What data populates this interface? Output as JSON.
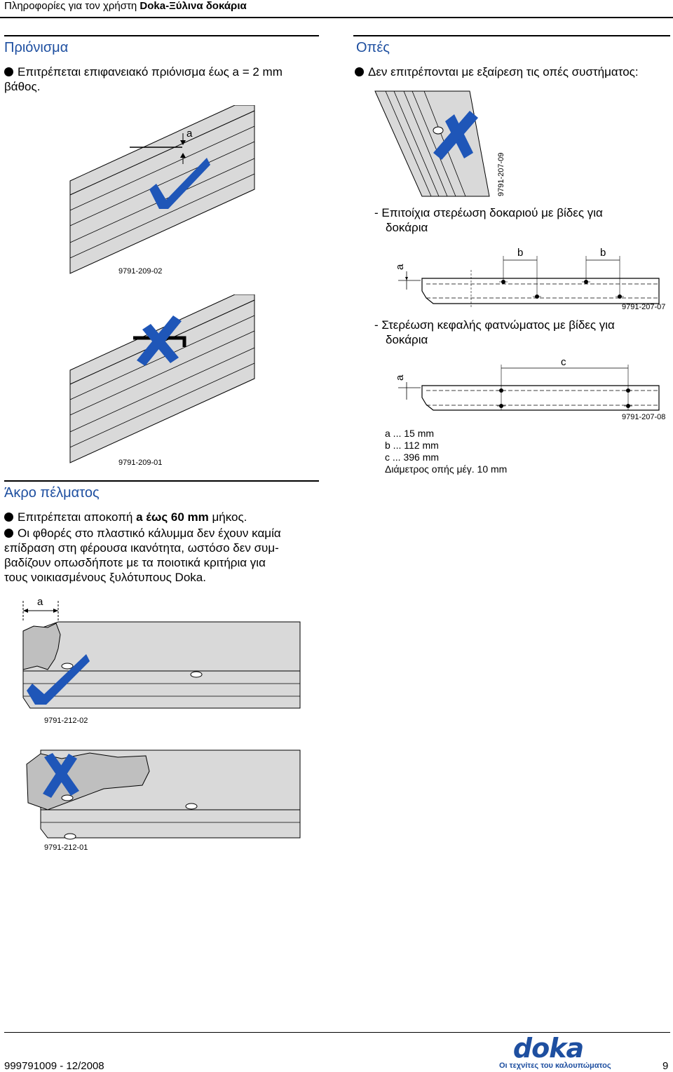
{
  "header": {
    "prefix": "Πληροφορίες για τον χρήστη ",
    "product": "Doka-Ξύλινα δοκάρια"
  },
  "left": {
    "planing": {
      "title": "Πριόνισμα",
      "bullet_line1": "Επιτρέπεται επιφανειακό πριόνισμα έως a = 2 mm",
      "bullet_line2": "βάθος.",
      "fig1": {
        "label": "a",
        "code": "9791-209-02"
      },
      "fig2": {
        "code": "9791-209-01"
      }
    },
    "flange_end": {
      "title": "Άκρο πέλματος",
      "bullet1_pre": "Επιτρέπεται αποκοπή ",
      "bullet1_bold": "a έως 60 mm",
      "bullet1_post": " μήκος.",
      "bullet2_lines": [
        "Οι φθορές στο πλαστικό κάλυμμα δεν έχουν καμία",
        "επίδραση στη φέρουσα ικανότητα, ωστόσο δεν συμ-",
        "βαδίζουν οπωσδήποτε με τα ποιοτικά κριτήρια για",
        "τους νοικιασμένους ξυλότυπους Doka."
      ],
      "fig1": {
        "label": "a",
        "code": "9791-212-02"
      },
      "fig2": {
        "code": "9791-212-01"
      }
    }
  },
  "right": {
    "holes": {
      "title": "Οπές",
      "bullet": "Δεν επιτρέπονται με εξαίρεση τις οπές συστήματος:",
      "fig1": {
        "code": "9791-207-09"
      },
      "item1_lines": [
        "- Επιτοίχια στερέωση δοκαριού με βίδες για",
        "  δοκάρια"
      ],
      "fig2": {
        "label_a": "a",
        "label_b1": "b",
        "label_b2": "b",
        "code": "9791-207-07"
      },
      "item2_lines": [
        "- Στερέωση κεφαλής φατνώματος με βίδες για",
        "  δοκάρια"
      ],
      "fig3": {
        "label_a": "a",
        "label_c": "c",
        "code": "9791-207-08"
      },
      "legend": [
        "a ... 15 mm",
        "b ... 112 mm",
        "c ... 396 mm",
        "Διάμετρος οπής μέγ. 10 mm"
      ]
    }
  },
  "footer": {
    "doc_number": "999791009  - 12/2008",
    "logo_text": "doka",
    "tagline": "Οι τεχνίτες του καλουπώματος",
    "page": "9"
  },
  "colors": {
    "accent": "#1e4fa0",
    "mark": "#1f56b8",
    "beam_light": "#d9d9d9",
    "beam_mid": "#cbcbcb"
  }
}
